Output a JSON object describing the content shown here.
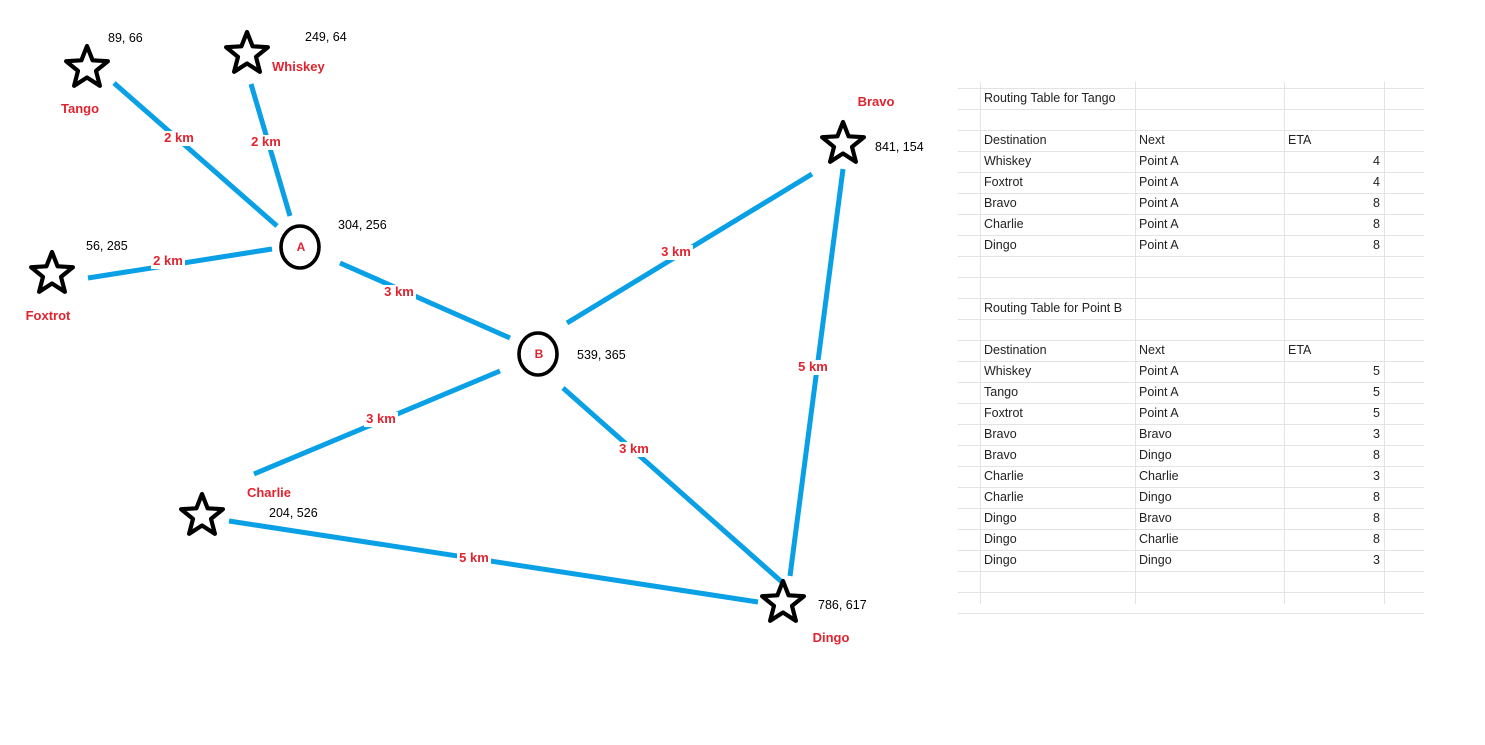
{
  "nodes": [
    {
      "id": "tango",
      "kind": "star",
      "name": "Tango",
      "coord": "89, 66"
    },
    {
      "id": "whiskey",
      "kind": "star",
      "name": "Whiskey",
      "coord": "249, 64"
    },
    {
      "id": "foxtrot",
      "kind": "star",
      "name": "Foxtrot",
      "coord": "56, 285"
    },
    {
      "id": "a",
      "kind": "circle",
      "name": "A",
      "coord": "304, 256"
    },
    {
      "id": "b",
      "kind": "circle",
      "name": "B",
      "coord": "539, 365"
    },
    {
      "id": "bravo",
      "kind": "star",
      "name": "Bravo",
      "coord": "841, 154"
    },
    {
      "id": "charlie",
      "kind": "star",
      "name": "Charlie",
      "coord": "204, 526"
    },
    {
      "id": "dingo",
      "kind": "star",
      "name": "Dingo",
      "coord": "786, 617"
    }
  ],
  "edges": [
    {
      "from": "tango",
      "to": "a",
      "label": "2 km"
    },
    {
      "from": "whiskey",
      "to": "a",
      "label": "2 km"
    },
    {
      "from": "foxtrot",
      "to": "a",
      "label": "2 km"
    },
    {
      "from": "a",
      "to": "b",
      "label": "3 km"
    },
    {
      "from": "b",
      "to": "bravo",
      "label": "3 km"
    },
    {
      "from": "b",
      "to": "charlie",
      "label": "3 km"
    },
    {
      "from": "b",
      "to": "dingo",
      "label": "3 km"
    },
    {
      "from": "bravo",
      "to": "dingo",
      "label": "5 km"
    },
    {
      "from": "charlie",
      "to": "dingo",
      "label": "5 km"
    }
  ],
  "tables": [
    {
      "title": "Routing Table for Tango",
      "headers": [
        "Destination",
        "Next",
        "ETA"
      ],
      "rows": [
        [
          "Whiskey",
          "Point A",
          "4"
        ],
        [
          "Foxtrot",
          "Point A",
          "4"
        ],
        [
          "Bravo",
          "Point A",
          "8"
        ],
        [
          "Charlie",
          "Point A",
          "8"
        ],
        [
          "Dingo",
          "Point A",
          "8"
        ]
      ]
    },
    {
      "title": "Routing Table for Point B",
      "headers": [
        "Destination",
        "Next",
        "ETA"
      ],
      "rows": [
        [
          "Whiskey",
          "Point A",
          "5"
        ],
        [
          "Tango",
          "Point A",
          "5"
        ],
        [
          "Foxtrot",
          "Point A",
          "5"
        ],
        [
          "Bravo",
          "Bravo",
          "3"
        ],
        [
          "Bravo",
          "Dingo",
          "8"
        ],
        [
          "Charlie",
          "Charlie",
          "3"
        ],
        [
          "Charlie",
          "Dingo",
          "8"
        ],
        [
          "Dingo",
          "Bravo",
          "8"
        ],
        [
          "Dingo",
          "Charlie",
          "8"
        ],
        [
          "Dingo",
          "Dingo",
          "3"
        ]
      ]
    }
  ],
  "colors": {
    "edge": "#0aa0e6",
    "label": "#e0242f",
    "grid": "#e3e3e3"
  }
}
